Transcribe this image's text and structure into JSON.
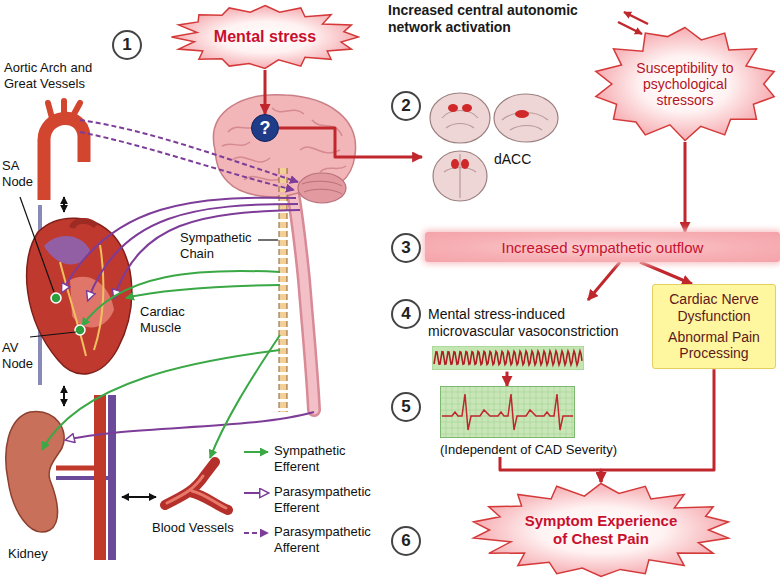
{
  "diagram": {
    "nodes": [
      {
        "text": [
          "Mental stress"
        ]
      },
      {
        "text": [
          "?"
        ]
      },
      {
        "text": [
          "dACC"
        ]
      },
      {
        "text": [
          "Susceptibility to psychological stressors"
        ]
      },
      {
        "text": [
          "Increased sympathetic outflow"
        ]
      },
      {
        "text": [
          "Mental stress-induced microvascular vasoconstriction"
        ]
      },
      {
        "text": [
          "Cardiac Nerve Dysfunction",
          "Abnormal Pain Processing"
        ]
      },
      {
        "text": [
          "(Independent of CAD Severity)"
        ]
      },
      {
        "text": [
          "Symptom Experience of Chest Pain"
        ]
      }
    ],
    "edges": [
      {
        "from": 0,
        "to": 1,
        "arrow": "to"
      },
      {
        "from": 1,
        "to": 2,
        "arrow": "to"
      },
      {
        "from": 3,
        "to": 4,
        "arrow": "to"
      },
      {
        "from": 4,
        "to": 5,
        "arrow": "to"
      },
      {
        "from": 4,
        "to": 6,
        "arrow": "to"
      },
      {
        "from": 5,
        "to": 7,
        "arrow": "to"
      },
      {
        "from": 7,
        "to": 8,
        "arrow": "to"
      },
      {
        "from": 6,
        "to": 8,
        "arrow": "to"
      }
    ],
    "labels": [
      "1",
      "2",
      "3",
      "4",
      "5",
      "6",
      "Increased central autonomic network activation",
      "Aortic Arch and Great Vessels",
      "SA Node",
      "AV Node",
      "Cardiac Muscle",
      "Sympathetic Chain",
      "Kidney",
      "Blood Vessels"
    ],
    "legend": [
      {
        "text": "Sympathetic Efferent"
      },
      {
        "text": "Parasympathetic Efferent"
      },
      {
        "text": "Parasympathetic Afferent"
      }
    ]
  }
}
